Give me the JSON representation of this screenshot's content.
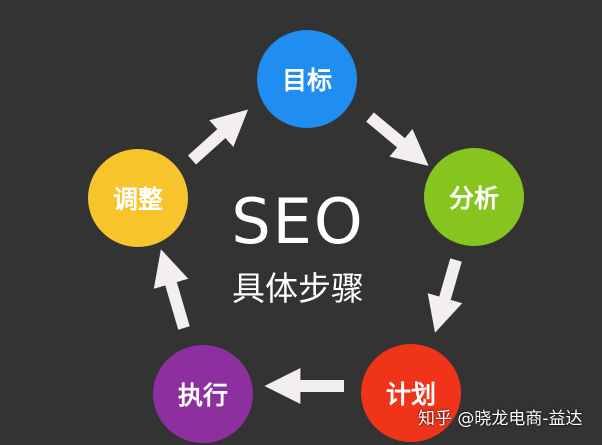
{
  "title": "SEO",
  "subtitle": "具体步骤",
  "steps": [
    {
      "label": "目标",
      "color": "#1f8ef0"
    },
    {
      "label": "分析",
      "color": "#86c51e"
    },
    {
      "label": "计划",
      "color": "#f0341a"
    },
    {
      "label": "执行",
      "color": "#8e2fa0"
    },
    {
      "label": "调整",
      "color": "#f7c42c"
    }
  ],
  "watermark": "知乎 @晓龙电商-益达"
}
